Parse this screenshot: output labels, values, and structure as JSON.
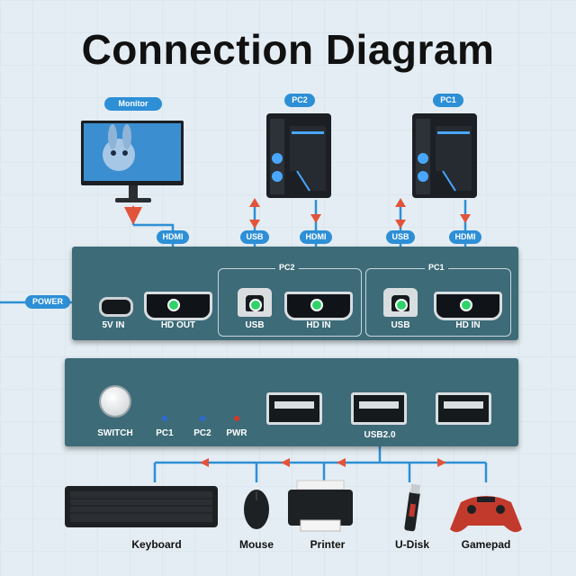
{
  "title": "Connection Diagram",
  "devices": {
    "monitor": "Monitor",
    "pc2": "PC2",
    "pc1": "PC1"
  },
  "cables": {
    "hdmi": "HDMI",
    "usb": "USB",
    "power": "POWER"
  },
  "back_panel": {
    "power_label": "5V IN",
    "hd_out_label": "HD OUT",
    "pc2_group": "PC2",
    "pc1_group": "PC1",
    "usb_label": "USB",
    "hd_in_label": "HD IN"
  },
  "front_panel": {
    "switch_label": "SWITCH",
    "led_pc1": "PC1",
    "led_pc2": "PC2",
    "led_pwr": "PWR",
    "usb_group": "USB2.0"
  },
  "peripherals": [
    "Keyboard",
    "Mouse",
    "Printer",
    "U-Disk",
    "Gamepad"
  ],
  "colors": {
    "accent": "#2d8fd6",
    "panel": "#3d6b78",
    "arrow": "#e2533a",
    "port_dot": "#2fd36a"
  }
}
